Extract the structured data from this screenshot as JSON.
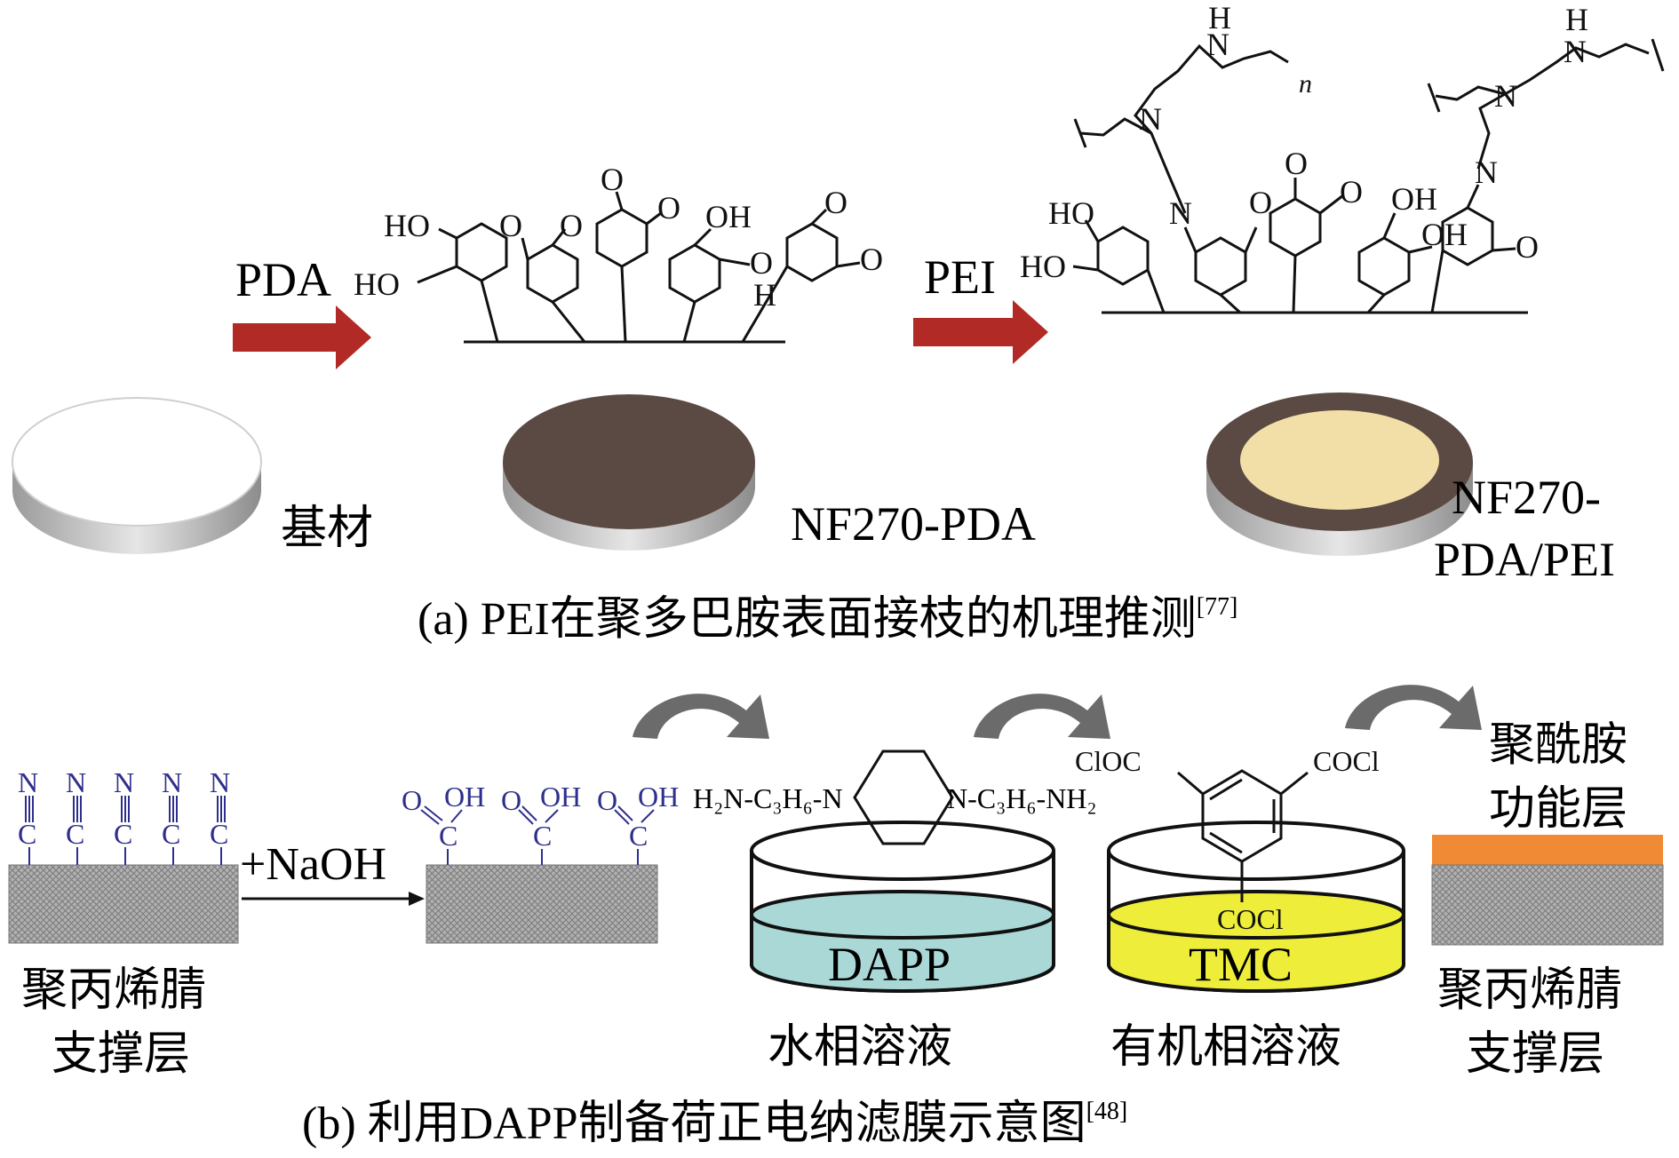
{
  "panel_a": {
    "arrow1_label": "PDA",
    "arrow2_label": "PEI",
    "disc1_label": "基材",
    "disc2_label": "NF270-PDA",
    "disc3_label_line1": "NF270-",
    "disc3_label_line2": "PDA/PEI",
    "caption": "(a) PEI在聚多巴胺表面接枝的机理推测",
    "caption_ref": "[77]",
    "chem": {
      "ho": "HO",
      "oh": "OH",
      "o": "O",
      "h": "H",
      "n": "N",
      "sub_n": "n"
    }
  },
  "panel_b": {
    "left_support_line1": "聚丙烯腈",
    "left_support_line2": "支撑层",
    "reagent": "+NaOH",
    "nitrile_n": "N",
    "nitrile_c": "C",
    "carboxyl_o": "O",
    "carboxyl_c": "C",
    "carboxyl_oh": "OH",
    "dapp_left": "H₂N-C₃H₆-N",
    "dapp_right": "N-C₃H₆-NH₂",
    "dish1_label": "DAPP",
    "dish1_caption": "水相溶液",
    "tmc_cloc": "ClOC",
    "tmc_cocl_right": "COCl",
    "tmc_cocl_bottom": "COCl",
    "dish2_label": "TMC",
    "dish2_caption": "有机相溶液",
    "layer_label_line1": "聚酰胺",
    "layer_label_line2": "功能层",
    "right_support_line1": "聚丙烯腈",
    "right_support_line2": "支撑层",
    "caption": "(b) 利用DAPP制备荷正电纳滤膜示意图",
    "caption_ref": "[48]"
  },
  "colors": {
    "arrow_red": "#b22a25",
    "curved_arrow": "#6b6b6b",
    "disc_dark": "#5b4a43",
    "disc_inner": "#f2dfa8",
    "support_gray": "#a9a9a9",
    "blue_chem": "#2e2f8c",
    "water": "#a9d8d6",
    "organic": "#eeee3a",
    "polyamide": "#f08a34"
  }
}
